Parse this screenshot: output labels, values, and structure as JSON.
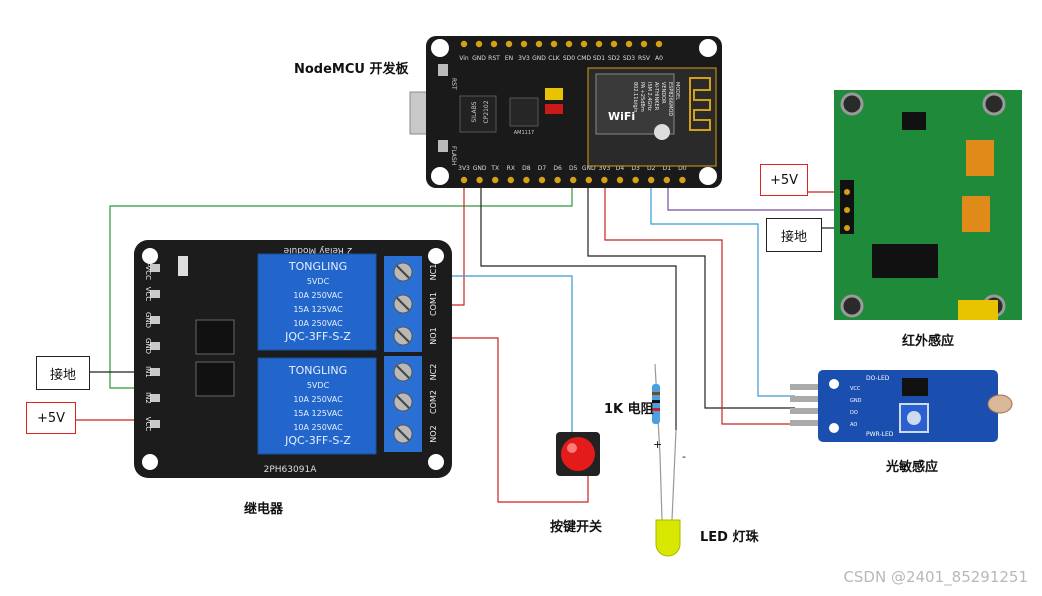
{
  "labels": {
    "nodemcu": "NodeMCU 开发板",
    "relay": "继电器",
    "pir": "红外感应",
    "ldr": "光敏感应",
    "button": "按键开关",
    "led": "LED 灯珠",
    "resistor": "1K 电阻",
    "led_plus": "+",
    "led_minus": "-"
  },
  "callouts": {
    "pir_vcc": "+5V",
    "pir_gnd": "接地",
    "relay_gnd": "接地",
    "relay_vcc": "+5V"
  },
  "nodemcu_board": {
    "top_pins": [
      "Vin",
      "GND",
      "RST",
      "EN",
      "3V3",
      "GND",
      "CLK",
      "SD0",
      "CMD",
      "SD1",
      "SD2",
      "SD3",
      "RSV",
      "A0"
    ],
    "bottom_pins": [
      "3V3",
      "GND",
      "TX",
      "RX",
      "D8",
      "D7",
      "D6",
      "D5",
      "GND",
      "3V3",
      "D4",
      "D3",
      "D2",
      "D1",
      "D0"
    ],
    "chip_text": [
      "SILABS",
      "CP2102"
    ],
    "module_text": [
      "MODEL",
      "ESP8266MOD",
      "VENDOR",
      "AI-THINKER",
      "ISM 2.4GHz",
      "PA +25dBm",
      "802.11b/g/n"
    ],
    "wifi_text": "WiFi",
    "side_labels": [
      "RST",
      "FLASH"
    ],
    "reg_text": "AM1117"
  },
  "relay_board": {
    "title": "2 Relay Module",
    "pins": [
      "JD-VCC",
      "VCC",
      "GND",
      "GND",
      "IN1",
      "IN2",
      "VCC"
    ],
    "relays": [
      {
        "lines": [
          "TONGLING",
          "5VDC",
          "10A 250VAC",
          "15A 125VAC",
          "10A 250VAC",
          "JQC-3FF-S-Z"
        ]
      },
      {
        "lines": [
          "TONGLING",
          "5VDC",
          "10A 250VAC",
          "15A 125VAC",
          "10A 250VAC",
          "JQC-3FF-S-Z"
        ]
      }
    ],
    "terminals": [
      "NC1",
      "COM1",
      "NO1",
      "NC2",
      "COM2",
      "NO2"
    ],
    "part_no": "2PH63091A"
  },
  "ldr_board": {
    "labels": [
      "DO-LED",
      "PWR-LED"
    ],
    "pins": [
      "VCC",
      "GND",
      "DO",
      "AO"
    ]
  },
  "watermark": "CSDN @2401_85291251",
  "colors": {
    "board_black": "#1a1a1a",
    "pin_gold": "#d4a017",
    "relay_blue": "#2266cc",
    "pcb_green": "#1f8a3a",
    "ldr_blue": "#1a4fb0",
    "wire_red": "#cc2222",
    "wire_green": "#2a9a3a",
    "wire_blue": "#3a9ad0",
    "wire_purple": "#7a4a9a",
    "wire_black": "#222222"
  }
}
